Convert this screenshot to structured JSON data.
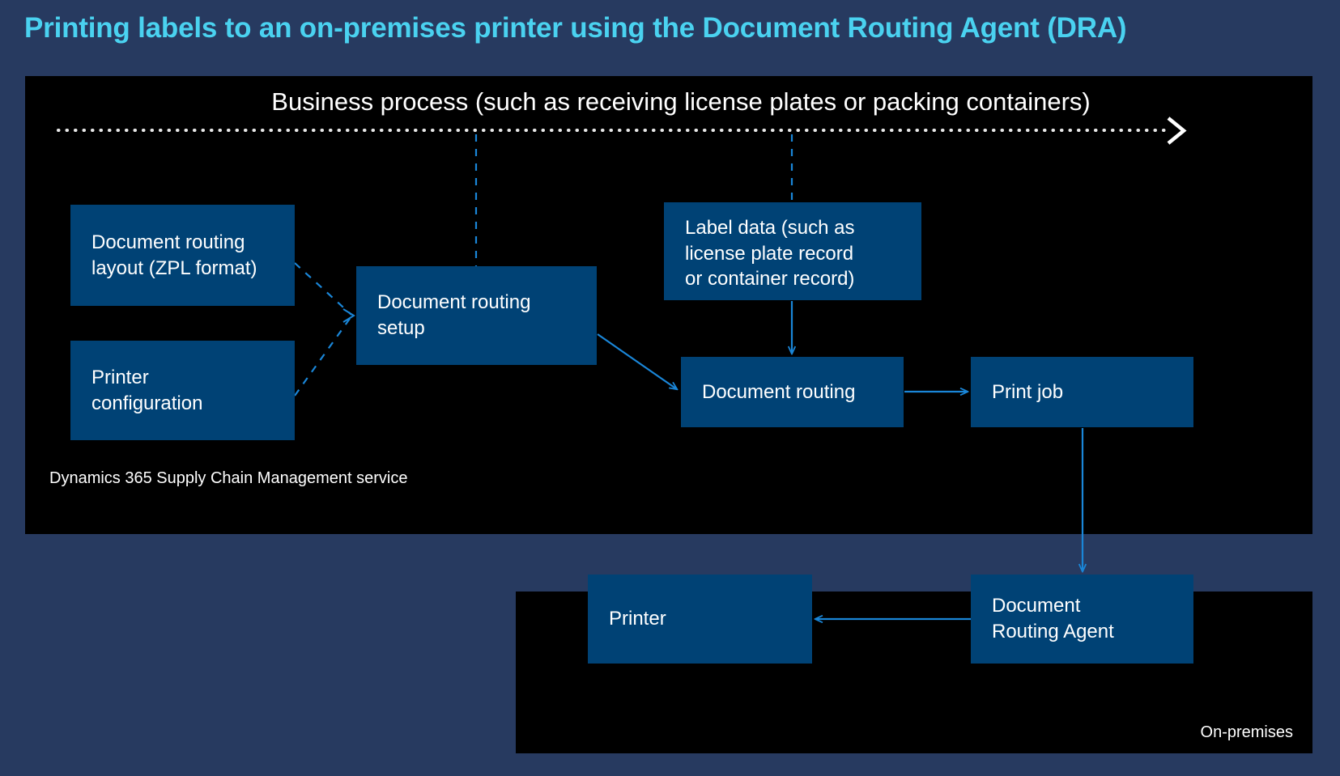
{
  "title": "Printing labels to an on-premises printer using the Document Routing Agent (DRA)",
  "colors": {
    "background": "#273a60",
    "panel": "#000000",
    "node_fill": "#004275",
    "title_accent": "#4ad2f0",
    "connector_blue": "#1a86d8",
    "connector_white": "#ffffff",
    "text": "#ffffff"
  },
  "cloud_panel": {
    "heading": "Business process (such as receiving license plates or packing containers)",
    "caption": "Dynamics 365 Supply Chain Management service",
    "nodes": {
      "layout": "Document routing\nlayout (ZPL format)",
      "printer_configuration": "Printer\nconfiguration",
      "routing_setup": "Document routing\nsetup",
      "label_data": "Label data (such as\nlicense plate record\nor container record)",
      "document_routing": "Document routing",
      "print_job": "Print job"
    }
  },
  "onprem_panel": {
    "caption": "On-premises",
    "nodes": {
      "printer": "Printer",
      "document_routing_agent": "Document\nRouting Agent"
    }
  },
  "connectors": [
    {
      "name": "business-process-flow",
      "from": "business process",
      "to": "right edge",
      "style": "dotted",
      "color": "#ffffff"
    },
    {
      "name": "layout-to-setup",
      "from": "Document routing layout (ZPL format)",
      "to": "Document routing setup",
      "style": "dashed",
      "color": "#1a86d8"
    },
    {
      "name": "printer-config-to-setup",
      "from": "Printer configuration",
      "to": "Document routing setup",
      "style": "dashed",
      "color": "#1a86d8"
    },
    {
      "name": "process-to-setup",
      "from": "Business process",
      "to": "Document routing setup",
      "style": "dashed",
      "color": "#1a86d8"
    },
    {
      "name": "process-to-label-data",
      "from": "Business process",
      "to": "Label data",
      "style": "dashed",
      "color": "#1a86d8"
    },
    {
      "name": "label-data-to-routing",
      "from": "Label data",
      "to": "Document routing",
      "style": "solid-arrow",
      "color": "#1a86d8"
    },
    {
      "name": "setup-to-routing",
      "from": "Document routing setup",
      "to": "Document routing",
      "style": "solid-arrow",
      "color": "#1a86d8"
    },
    {
      "name": "routing-to-print-job",
      "from": "Document routing",
      "to": "Print job",
      "style": "solid-arrow",
      "color": "#1a86d8"
    },
    {
      "name": "print-job-to-dra",
      "from": "Print job",
      "to": "Document Routing Agent",
      "style": "solid-arrow",
      "color": "#1a86d8"
    },
    {
      "name": "dra-to-printer",
      "from": "Document Routing Agent",
      "to": "Printer",
      "style": "solid-arrow",
      "color": "#1a86d8"
    }
  ]
}
